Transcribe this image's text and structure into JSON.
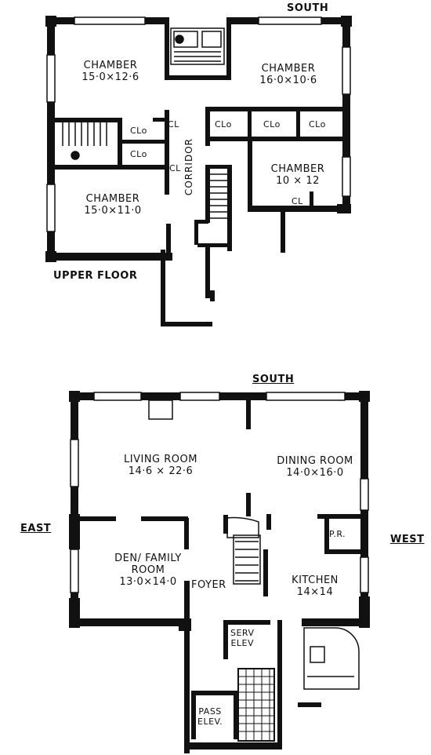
{
  "upper_floor": {
    "orientation": "SOUTH",
    "title": "UPPER FLOOR",
    "corridor": "CORRIDOR",
    "rooms": [
      {
        "name": "CHAMBER",
        "size": "15·0×12·6"
      },
      {
        "name": "CHAMBER",
        "size": "16·0×10·6"
      },
      {
        "name": "CHAMBER",
        "size": "10 × 12"
      },
      {
        "name": "CHAMBER",
        "size": "15·0×11·0"
      }
    ],
    "closets": [
      "CLo",
      "CLo",
      "CL",
      "CL",
      "CLo",
      "CLo",
      "CLo",
      "CL"
    ]
  },
  "main_floor": {
    "orientation_south": "SOUTH",
    "orientation_east": "EAST",
    "orientation_west": "WEST",
    "rooms": [
      {
        "name": "LIVING ROOM",
        "size": "14·6 × 22·6"
      },
      {
        "name": "DINING ROOM",
        "size": "14·0×16·0"
      },
      {
        "name": "DEN/ FAMILY ROOM",
        "size": "13·0×14·0"
      },
      {
        "name": "KITCHEN",
        "size": "14×14"
      }
    ],
    "foyer": "FOYER",
    "powder_room": "P.R.",
    "service_elevator": [
      "SERV",
      "ELEV"
    ],
    "passenger_elevator": [
      "PASS",
      "ELEV."
    ]
  }
}
